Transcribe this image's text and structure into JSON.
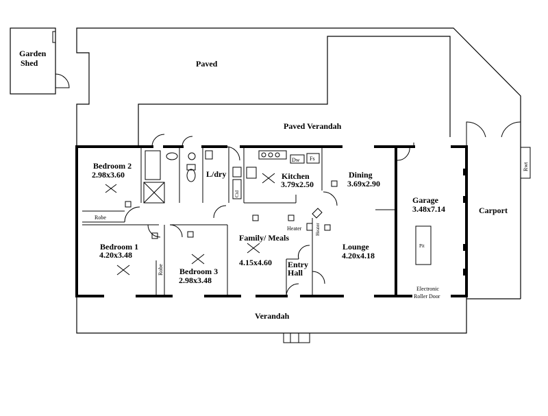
{
  "labels": {
    "garden_shed_1": "Garden",
    "garden_shed_2": "Shed",
    "paved": "Paved",
    "paved_verandah": "Paved Verandah",
    "bedroom2_name": "Bedroom 2",
    "bedroom2_size": "2.98x3.60",
    "robe_top": "Robe",
    "ldry": "L/dry",
    "kitchen_name": "Kitchen",
    "kitchen_size": "3.79x2.50",
    "dw": "Dw",
    "fs": "Fs",
    "ctd": "Ctd",
    "dining_name": "Dining",
    "dining_size": "3.69x2.90",
    "garage_name": "Garage",
    "garage_size": "3.48x7.14",
    "carport": "Carport",
    "rwt": "Rwt",
    "bedroom1_name": "Bedroom 1",
    "bedroom1_size": "4.20x3.48",
    "robe_side": "Robe",
    "bedroom3_name": "Bedroom 3",
    "bedroom3_size": "2.98x3.48",
    "family_name": "Family/ Meals",
    "family_size": "4.15x4.60",
    "heater1": "Heater",
    "heater2": "Heater",
    "entry1": "Entry",
    "entry2": "Hall",
    "lounge_name": "Lounge",
    "lounge_size": "4.20x4.18",
    "pit": "Pit",
    "electronic1": "Electronic",
    "electronic2": "Roller Door",
    "verandah": "Verandah"
  }
}
